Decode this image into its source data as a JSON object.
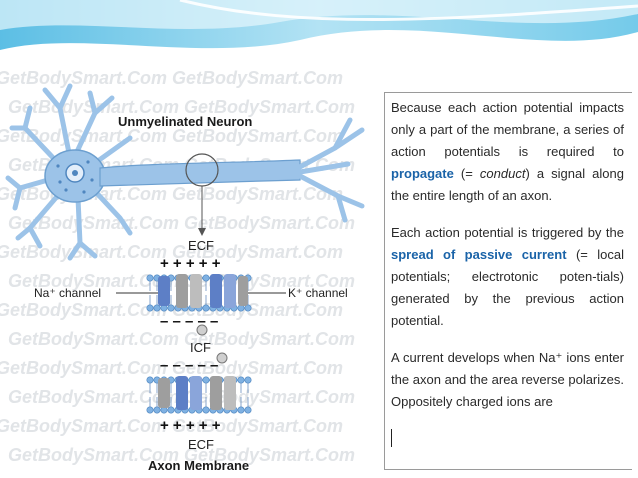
{
  "figure": {
    "watermark": "GetBodySmart.Com",
    "neuron_title": "Unmyelinated Neuron",
    "ecf_top": "ECF",
    "ecf_bottom": "ECF",
    "icf": "ICF",
    "na_channel": "Na⁺ channel",
    "k_channel": "K⁺ channel",
    "plus_row": "+ + + + +",
    "minus_row": "– – – – –",
    "membrane_title": "Axon Membrane"
  },
  "text": {
    "p1_a": "Because each action potential impacts only a part of the membrane, a series of action potentials is required to ",
    "p1_hl": "propagate",
    "p1_b": " (= ",
    "p1_it": "conduct",
    "p1_c": ") a signal along the entire length of an axon.",
    "p2_a": "Each action potential is triggered by the ",
    "p2_hl": "spread of passive current",
    "p2_b": " (= local potentials; electrotonic poten-tials) generated by the previous action potential.",
    "p3_a": "A current develops when Na⁺ ions enter the axon and the area reverse polarizes.  Oppositely charged ions are"
  },
  "colors": {
    "neuron_fill": "#9cc3e8",
    "neuron_dark": "#4f86bf",
    "highlight": "#1a63a8",
    "header_band": "#8fd4ec"
  }
}
